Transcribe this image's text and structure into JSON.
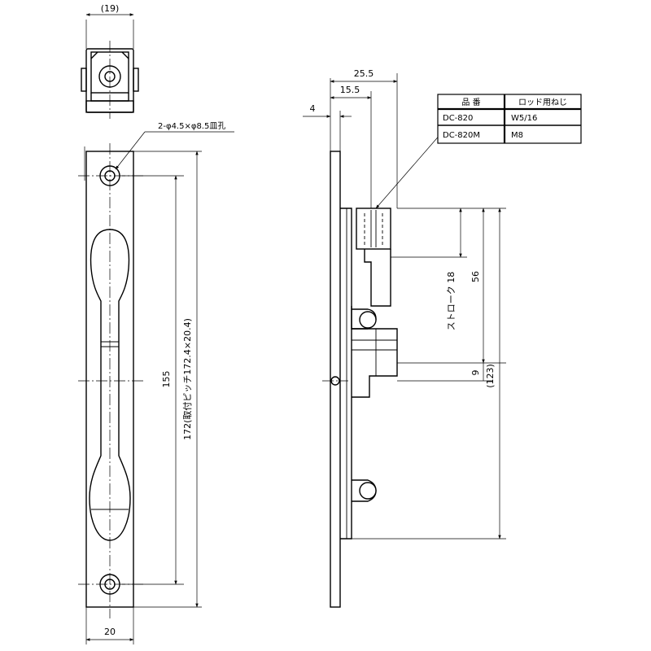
{
  "dimensions": {
    "top_width": "(19)",
    "front_width": "20",
    "hole_spec": "2-φ4.5×φ8.5皿孔",
    "hole_pitch": "155",
    "plate_length": "172(取付ピッチ172.4×20.4)",
    "side_depth_total": "25.5",
    "side_depth_inner": "15.5",
    "plate_thickness": "4",
    "stroke": "ストローク 18",
    "bolt_length": "56",
    "offset": "9",
    "total_length": "(123)"
  },
  "spec_table": {
    "headers": [
      "品 番",
      "ロッド用ねじ"
    ],
    "rows": [
      [
        "DC-820",
        "W5/16"
      ],
      [
        "DC-820M",
        "M8"
      ]
    ]
  }
}
